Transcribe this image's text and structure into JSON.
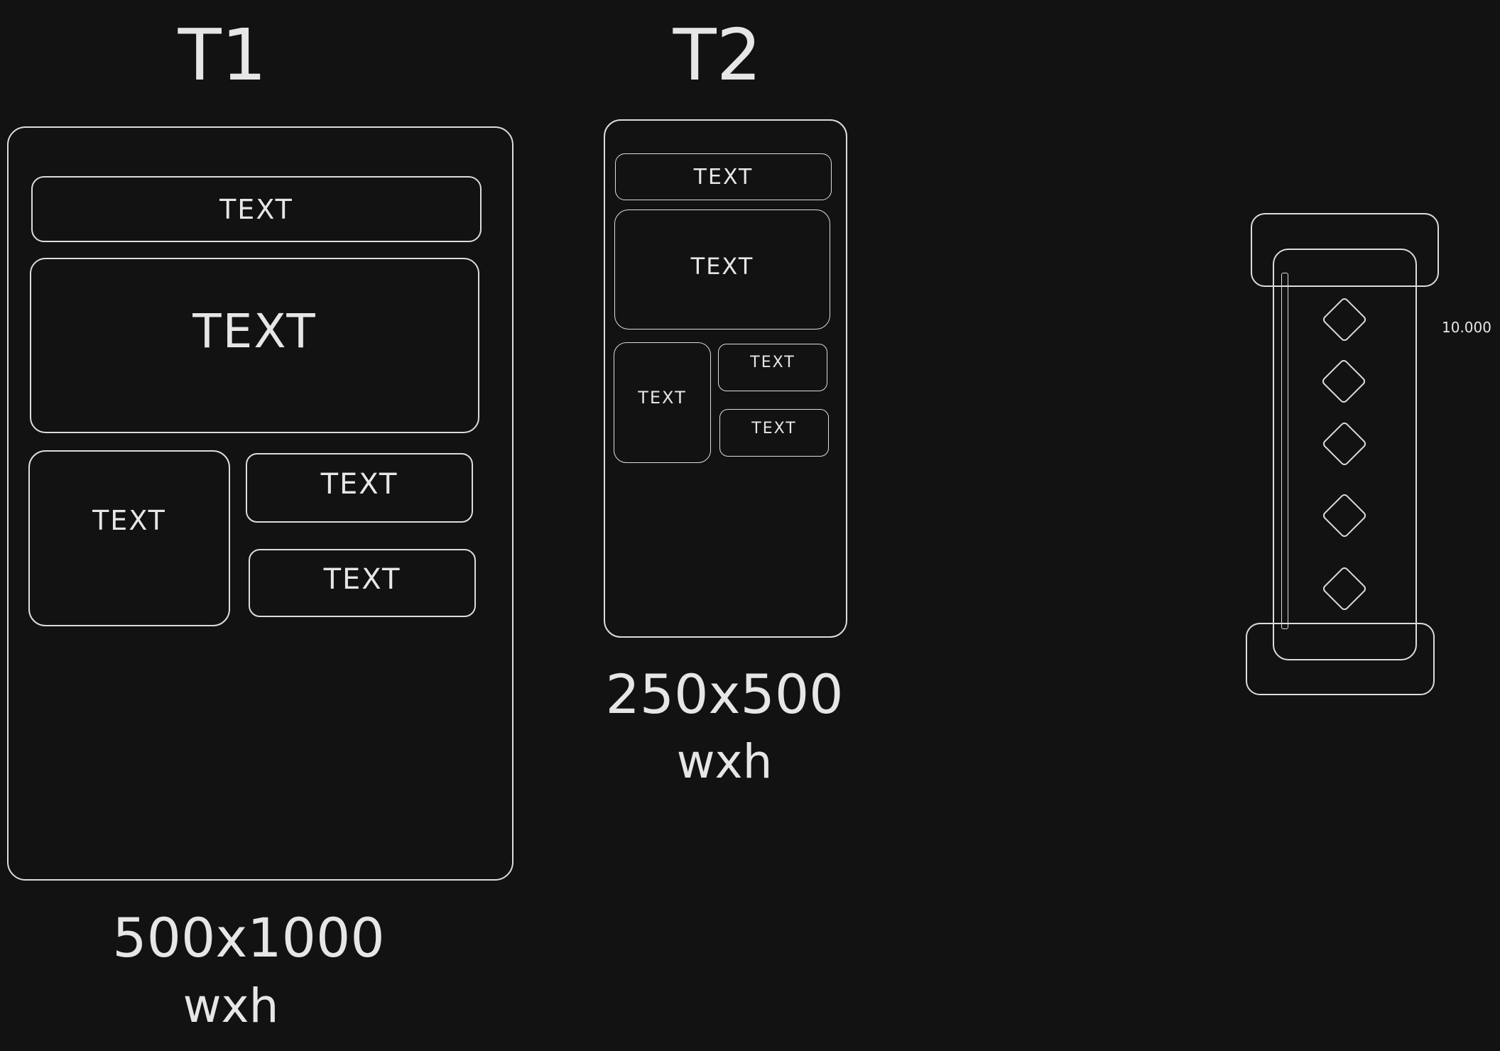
{
  "colors": {
    "background": "#121212",
    "stroke": "#dcdcdc",
    "text": "#e6e6e6"
  },
  "t1": {
    "title": "T1",
    "blocks": [
      "TEXT",
      "TEXT",
      "TEXT",
      "TEXT",
      "TEXT"
    ],
    "size": "500x1000",
    "size_unit": "wxh"
  },
  "t2": {
    "title": "T2",
    "blocks": [
      "TEXT",
      "TEXT",
      "TEXT",
      "TEXT",
      "TEXT"
    ],
    "size": "250x500",
    "size_unit": "wxh"
  },
  "scroller": {
    "value_label": "10.000",
    "item_count": 5,
    "item_icon": "diamond-icon"
  }
}
